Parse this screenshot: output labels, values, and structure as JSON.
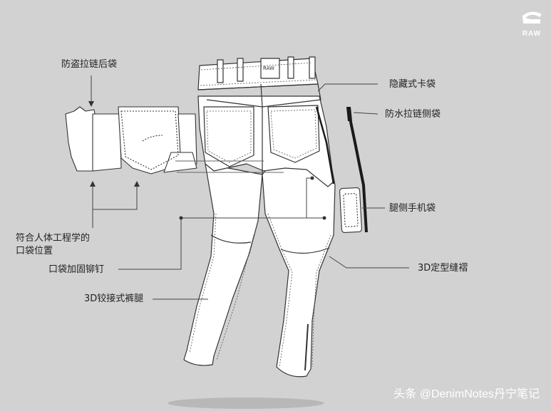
{
  "brand": {
    "logo_text": "RAW",
    "patch_text": "RAW"
  },
  "labels": {
    "anti_theft_zip_back_pocket": "防盗拉链后袋",
    "hidden_card_pocket": "隐藏式卡袋",
    "waterproof_zip_side_pocket": "防水拉链侧袋",
    "leg_side_phone_pocket": "腿侧手机袋",
    "ergonomic_pocket_position_line1": "符合人体工程学的",
    "ergonomic_pocket_position_line2": "口袋位置",
    "pocket_reinforcement_rivets": "口袋加固铆钉",
    "shaped_3d_seam_pleat": "3D定型缝褶",
    "spliced_3d_leg": "3D铰接式裤腿"
  },
  "watermark": "头条 @DenimNotes丹宁笔记",
  "colors": {
    "background": "#d2d2d2",
    "garment_fill": "#ffffff",
    "outline": "#333333",
    "leader_line": "#444444",
    "zip": "#1a1a1a"
  }
}
